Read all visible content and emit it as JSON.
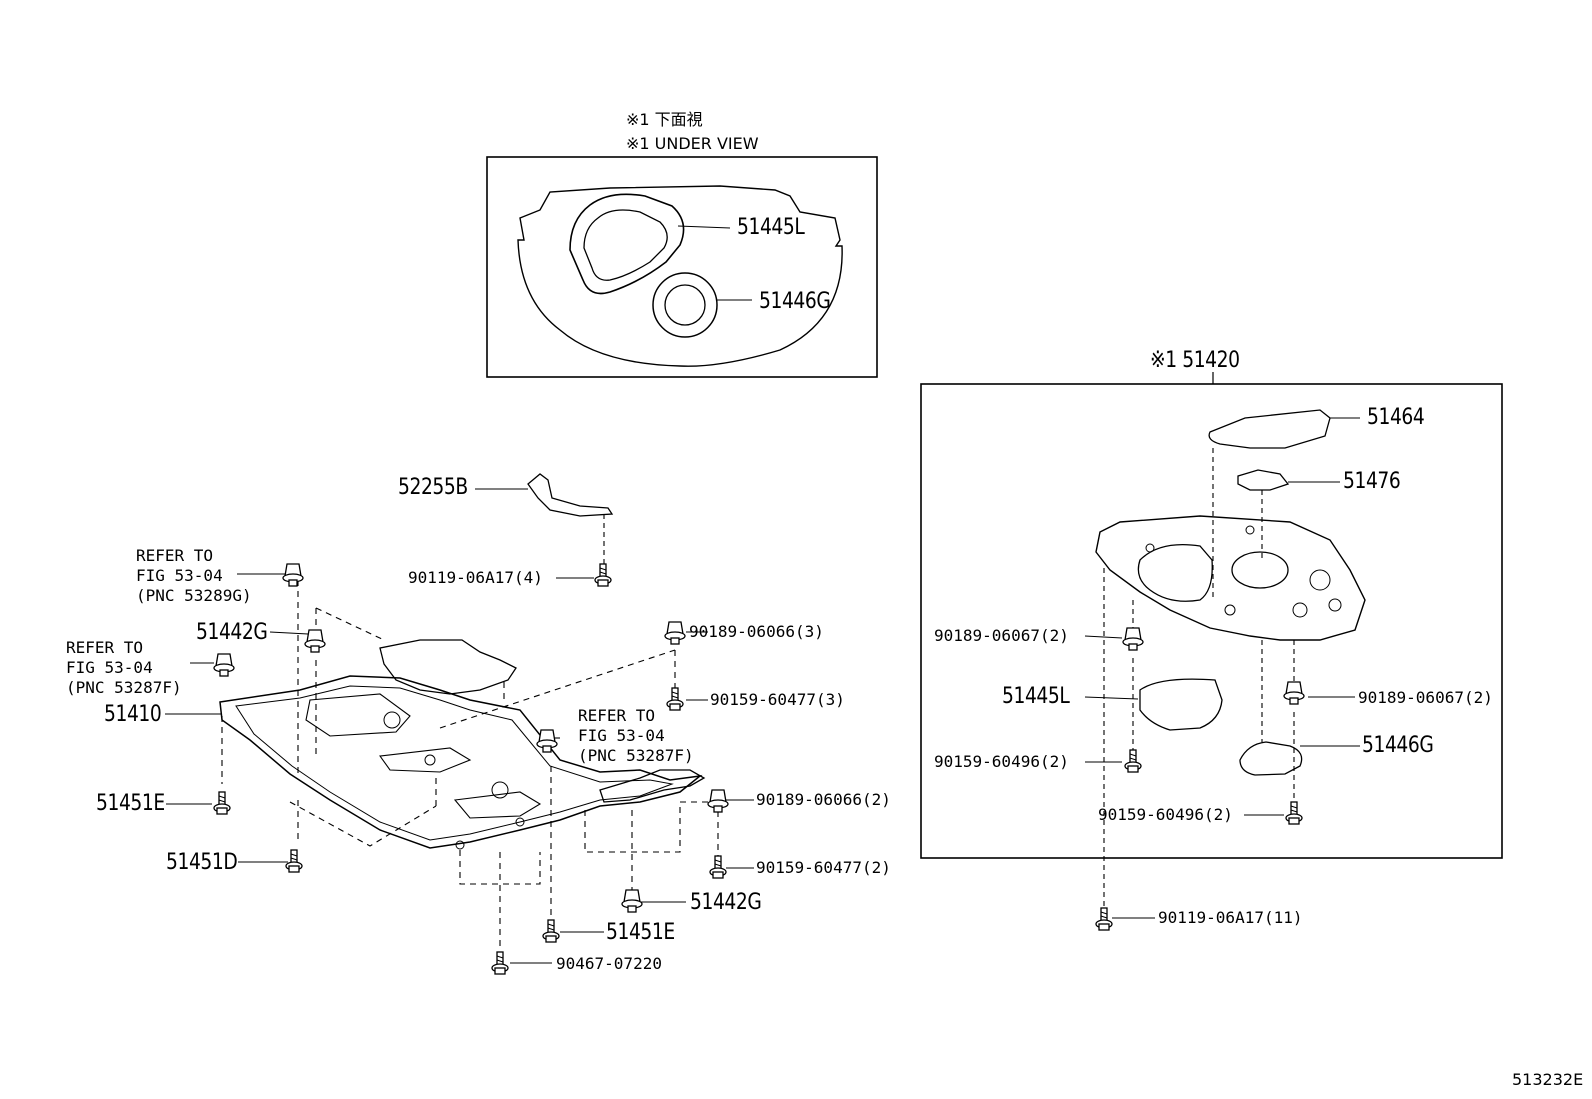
{
  "under_view": {
    "title_jp": "※1 下面視",
    "title_en": "※1 UNDER VIEW",
    "parts": [
      "51445L",
      "51446G"
    ]
  },
  "assembly": {
    "label": "※1 51420",
    "parts": {
      "p51464": "51464",
      "p51476": "51476",
      "p51445L": "51445L",
      "p51446G": "51446G",
      "p90189_06067_l": "90189-06067(2)",
      "p90189_06067_r": "90189-06067(2)",
      "p90159_60496_l": "90159-60496(2)",
      "p90159_60496_r": "90159-60496(2)",
      "p90119_06A17_11": "90119-06A17(11)"
    }
  },
  "left": {
    "p52255B": "52255B",
    "p90119_06A17_4": "90119-06A17(4)",
    "ref1": "REFER TO\nFIG 53-04\n(PNC 53289G)",
    "ref2": "REFER TO\nFIG 53-04\n(PNC 53287F)",
    "ref3": "REFER TO\nFIG 53-04\n(PNC 53287F)",
    "p51442G_a": "51442G",
    "p51410": "51410",
    "p51451E_a": "51451E",
    "p51451D": "51451D",
    "p90189_06066_3": "90189-06066(3)",
    "p90159_60477_3": "90159-60477(3)",
    "p90189_06066_2": "90189-06066(2)",
    "p90159_60477_2": "90159-60477(2)",
    "p51442G_b": "51442G",
    "p51451E_b": "51451E",
    "p90467_07220": "90467-07220"
  },
  "figure_number": "513232E"
}
